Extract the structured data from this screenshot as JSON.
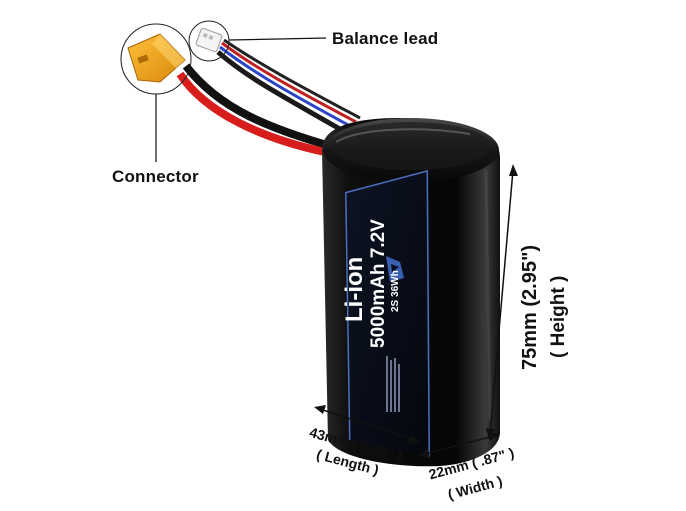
{
  "product": {
    "chemistry": "Li-ion",
    "capacity_voltage": "5000mAh 7.2V",
    "config_energy": "2S 36Wh"
  },
  "callouts": {
    "balance_lead": "Balance lead",
    "connector": "Connector"
  },
  "dimensions": {
    "height_value": "75mm (2.95\")",
    "height_name": "( Height )",
    "length_value": "43mm ( 1.69\" )",
    "length_name": "( Length )",
    "width_value": "22mm ( .87\" )",
    "width_name": "( Width )"
  },
  "colors": {
    "battery_body": "#0b0b0b",
    "label_accent": "#3a5fb0",
    "wire_red": "#d81d1d",
    "wire_black": "#1a1a1a",
    "wire_blue": "#2a45c8",
    "connector_yellow": "#f2a11b"
  }
}
